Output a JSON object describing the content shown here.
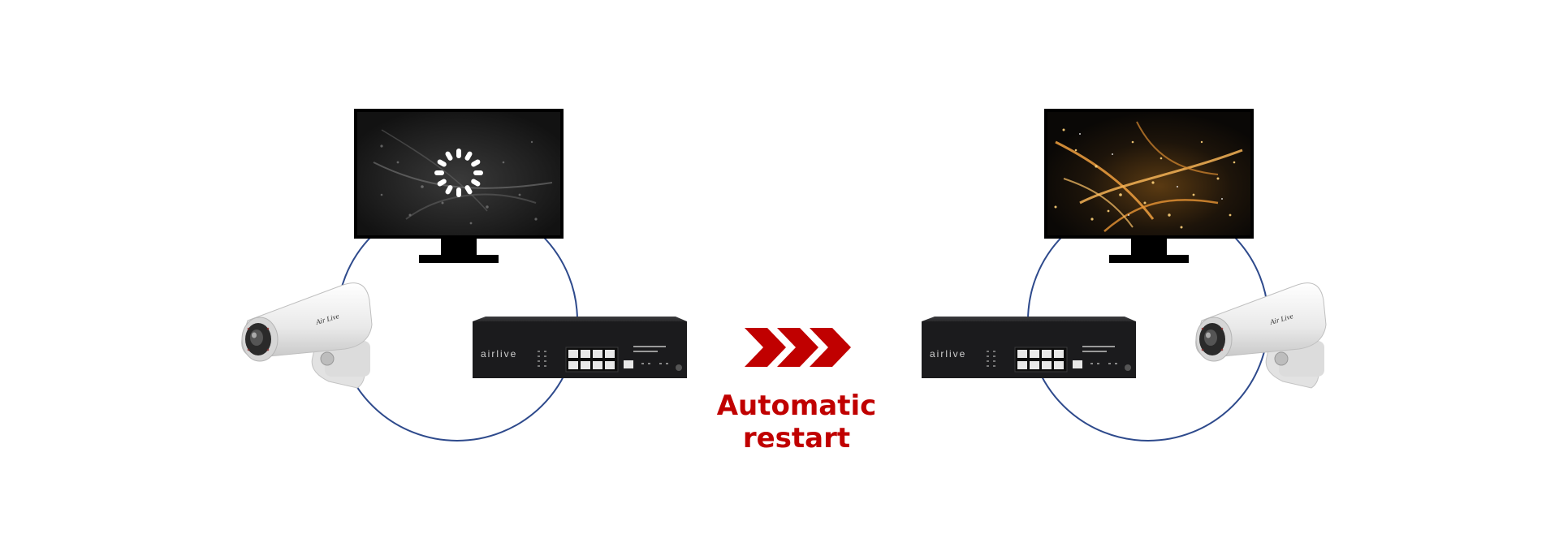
{
  "caption": "Automatic restart",
  "switch_brand": "airlive",
  "camera_brand": "Air Live",
  "colors": {
    "accent_red": "#c00000",
    "loop_blue": "#2e4a8c",
    "device_black": "#1b1b1d",
    "screen_frame": "#000000"
  },
  "left_setup": {
    "state": "restarting",
    "monitor_icon": "loading-spinner-icon"
  },
  "right_setup": {
    "state": "restored"
  },
  "arrows_icon": "triple-chevron-right-icon"
}
